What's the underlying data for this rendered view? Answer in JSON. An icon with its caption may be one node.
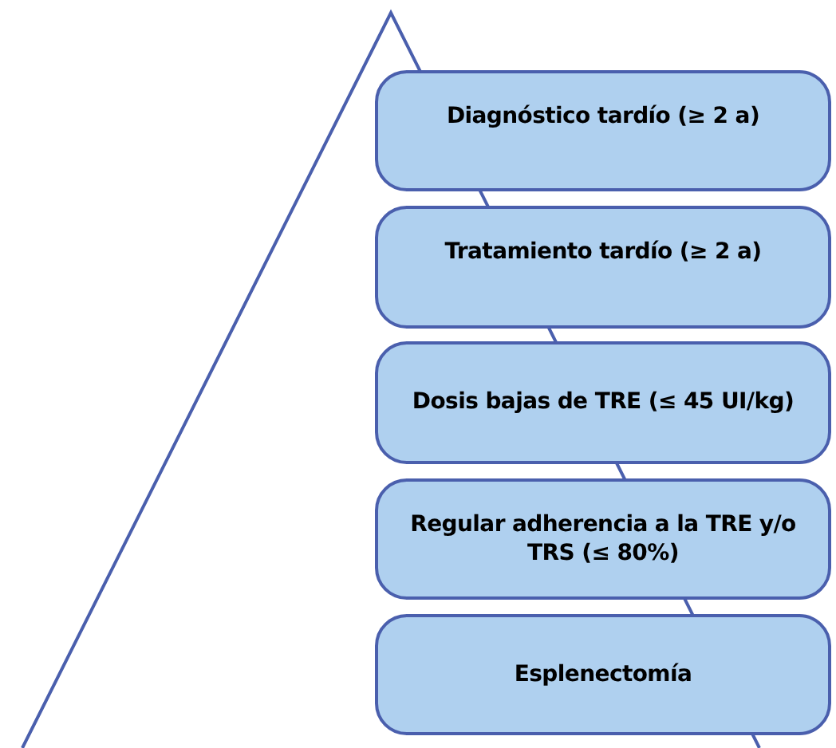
{
  "diagram": {
    "nodes": [
      {
        "text": [
          "Diagnóstico tardío (≥ 2 a)"
        ]
      },
      {
        "text": [
          "Tratamiento tardío (≥ 2 a)"
        ]
      },
      {
        "text": [
          "Dosis bajas de TRE (≤ 45 UI/kg)"
        ]
      },
      {
        "text": [
          "Regular adherencia a la TRE y/o TRS (≤ 80%)"
        ]
      },
      {
        "text": [
          "Esplenectomía"
        ]
      }
    ]
  }
}
